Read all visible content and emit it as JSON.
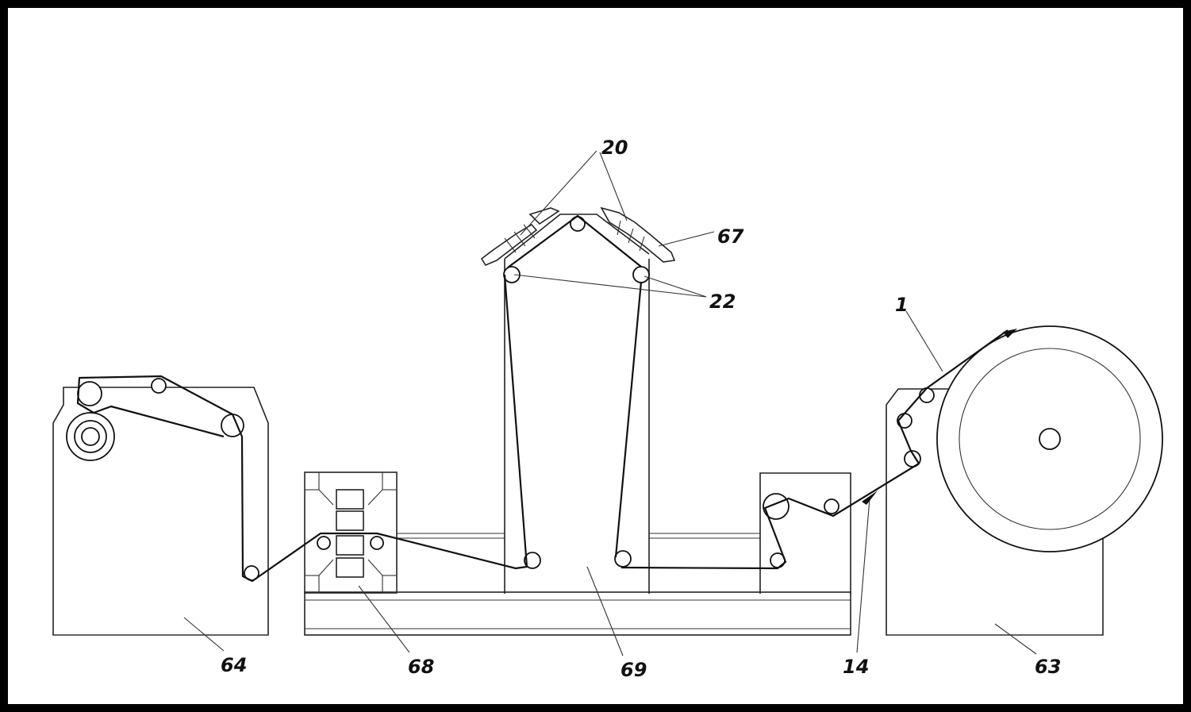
{
  "labels": {
    "l20": "20",
    "l67": "67",
    "l22": "22",
    "l1": "1",
    "l64": "64",
    "l68": "68",
    "l69": "69",
    "l14": "14",
    "l63": "63"
  },
  "colors": {
    "ink": "#111111",
    "frame": "#000000",
    "paper": "#ffffff"
  }
}
